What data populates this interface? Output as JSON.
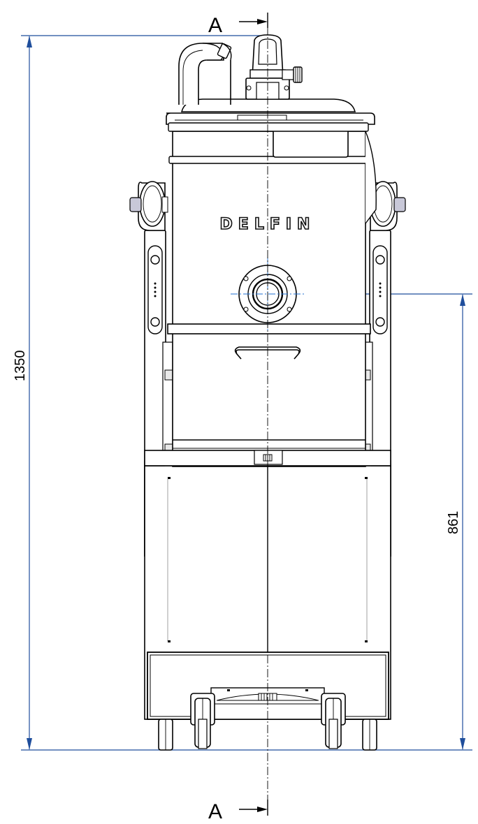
{
  "section_marker": {
    "label": "A"
  },
  "dimensions": {
    "overall_height": "1350",
    "inlet_height": "861"
  },
  "logo": {
    "text": "DELFIN"
  },
  "colors": {
    "dimension_line": "#1f4e9c",
    "centerline": "#1f6fd0",
    "outline": "#000000"
  }
}
